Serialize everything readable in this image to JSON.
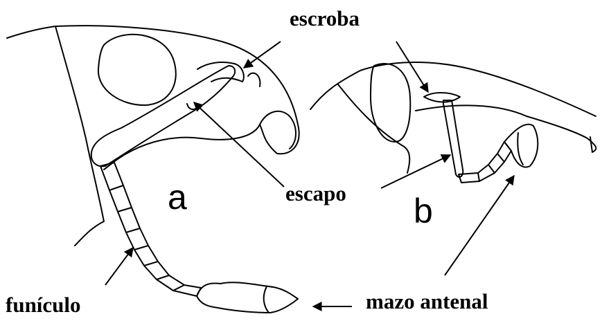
{
  "labels": {
    "escroba": "escroba",
    "escapo": "escapo",
    "funiculo": "funículo",
    "mazo": "mazo antenal"
  },
  "panels": {
    "a": "a",
    "b": "b"
  },
  "colors": {
    "ink": "#000000",
    "background": "#ffffff"
  }
}
